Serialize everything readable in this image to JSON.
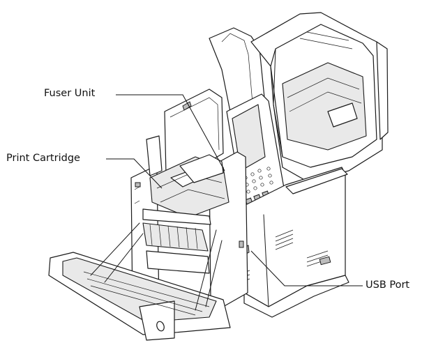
{
  "callouts": {
    "fuser_unit": "Fuser Unit",
    "print_cartridge": "Print Cartridge",
    "usb_port": "USB Port"
  },
  "colors": {
    "line": "#1a1a1a",
    "shade": "#e9e9e9",
    "background": "#ffffff"
  }
}
